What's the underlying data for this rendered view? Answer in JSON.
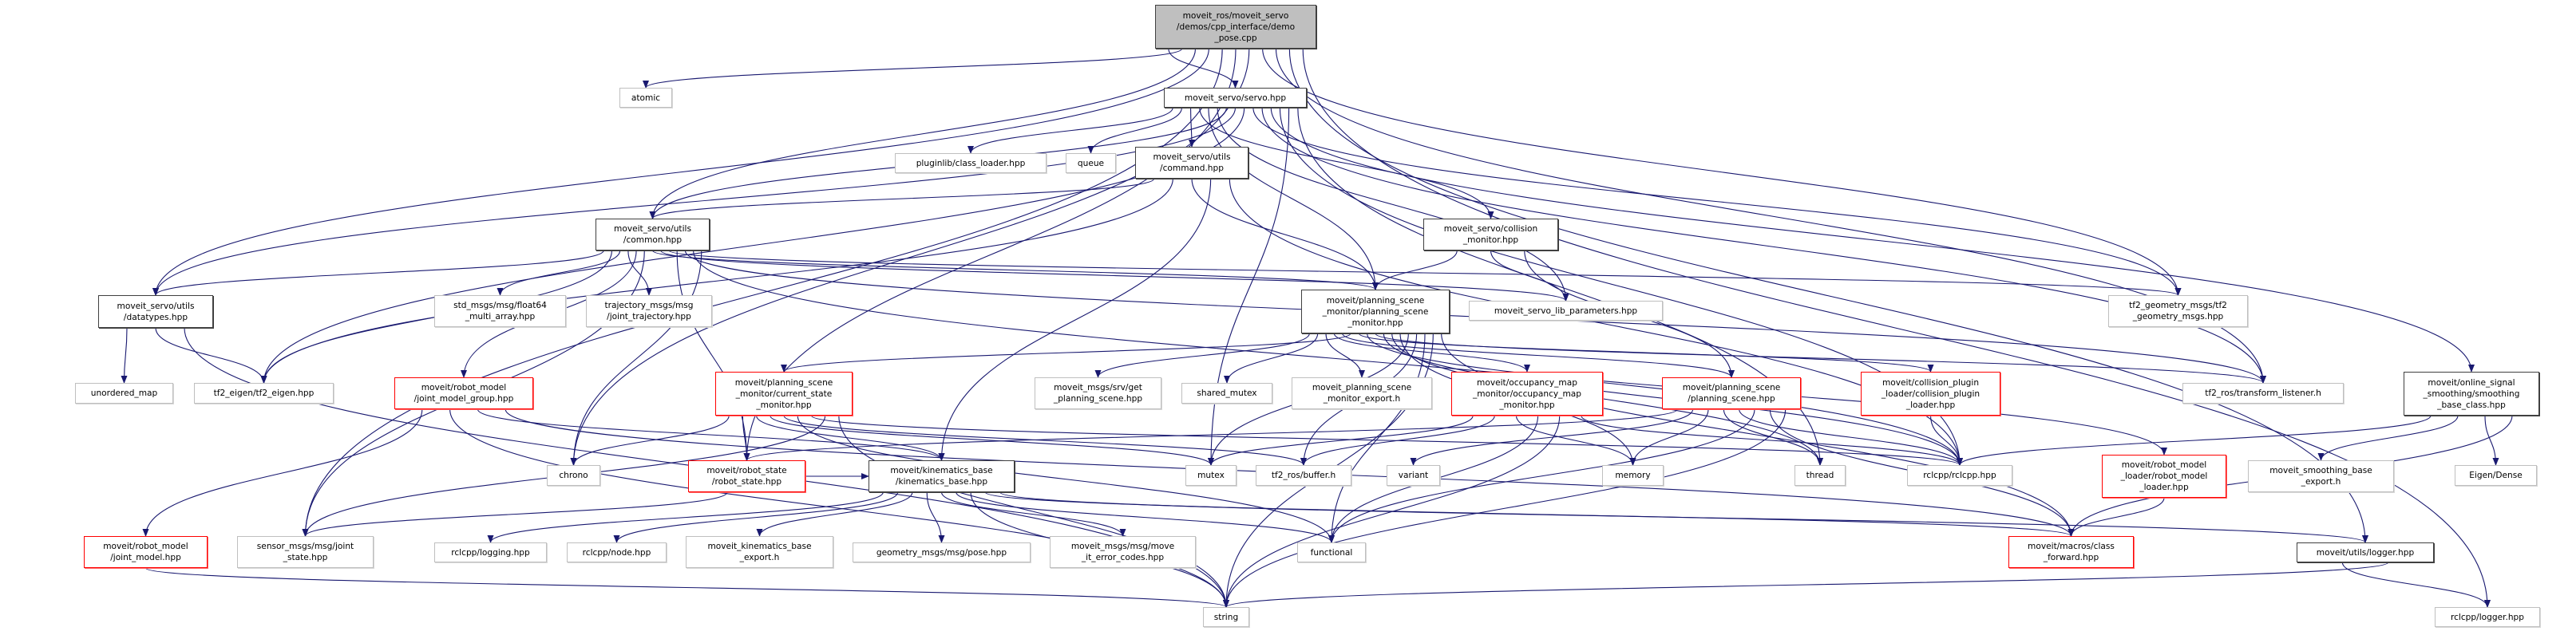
{
  "colors": {
    "edge": "#191970",
    "root_fill": "#bfbfbf",
    "local_border": "#404040",
    "missing_border": "#ff0000",
    "external_border": "#bfbfbf"
  },
  "nodes": {
    "root": {
      "lines": [
        "moveit_ros/moveit_servo",
        "/demos/cpp_interface/demo",
        "_pose.cpp"
      ],
      "kind": "root"
    },
    "atomic": {
      "lines": [
        "atomic"
      ],
      "kind": "external"
    },
    "servo": {
      "lines": [
        "moveit_servo/servo.hpp"
      ],
      "kind": "local"
    },
    "pluginlib": {
      "lines": [
        "pluginlib/class_loader.hpp"
      ],
      "kind": "external"
    },
    "queue": {
      "lines": [
        "queue"
      ],
      "kind": "external"
    },
    "command": {
      "lines": [
        "moveit_servo/utils",
        "/command.hpp"
      ],
      "kind": "local"
    },
    "collision_monitor": {
      "lines": [
        "moveit_servo/collision",
        "_monitor.hpp"
      ],
      "kind": "local"
    },
    "common": {
      "lines": [
        "moveit_servo/utils",
        "/common.hpp"
      ],
      "kind": "local"
    },
    "psm": {
      "lines": [
        "moveit/planning_scene",
        "_monitor/planning_scene",
        "_monitor.hpp"
      ],
      "kind": "local"
    },
    "lib_params": {
      "lines": [
        "moveit_servo_lib_parameters.hpp"
      ],
      "kind": "external"
    },
    "tf2_geometry": {
      "lines": [
        "tf2_geometry_msgs/tf2",
        "_geometry_msgs.hpp"
      ],
      "kind": "external"
    },
    "datatypes": {
      "lines": [
        "moveit_servo/utils",
        "/datatypes.hpp"
      ],
      "kind": "local"
    },
    "float64": {
      "lines": [
        "std_msgs/msg/float64",
        "_multi_array.hpp"
      ],
      "kind": "external"
    },
    "trajectory": {
      "lines": [
        "trajectory_msgs/msg",
        "/joint_trajectory.hpp"
      ],
      "kind": "external"
    },
    "unordered_map": {
      "lines": [
        "unordered_map"
      ],
      "kind": "external"
    },
    "tf2_eigen": {
      "lines": [
        "tf2_eigen/tf2_eigen.hpp"
      ],
      "kind": "external"
    },
    "jmg": {
      "lines": [
        "moveit/robot_model",
        "/joint_model_group.hpp"
      ],
      "kind": "missing"
    },
    "csm": {
      "lines": [
        "moveit/planning_scene",
        "_monitor/current_state",
        "_monitor.hpp"
      ],
      "kind": "missing"
    },
    "get_ps": {
      "lines": [
        "moveit_msgs/srv/get",
        "_planning_scene.hpp"
      ],
      "kind": "external"
    },
    "shared_mutex": {
      "lines": [
        "shared_mutex"
      ],
      "kind": "external"
    },
    "psm_export": {
      "lines": [
        "moveit_planning_scene",
        "_monitor_export.h"
      ],
      "kind": "external"
    },
    "occupancy": {
      "lines": [
        "moveit/occupancy_map",
        "_monitor/occupancy_map",
        "_monitor.hpp"
      ],
      "kind": "missing"
    },
    "planning_scene": {
      "lines": [
        "moveit/planning_scene",
        "/planning_scene.hpp"
      ],
      "kind": "missing"
    },
    "cpl": {
      "lines": [
        "moveit/collision_plugin",
        "_loader/collision_plugin",
        "_loader.hpp"
      ],
      "kind": "missing"
    },
    "transform_listener": {
      "lines": [
        "tf2_ros/transform_listener.h"
      ],
      "kind": "external"
    },
    "smoothing": {
      "lines": [
        "moveit/online_signal",
        "_smoothing/smoothing",
        "_base_class.hpp"
      ],
      "kind": "local"
    },
    "chrono": {
      "lines": [
        "chrono"
      ],
      "kind": "external"
    },
    "robot_state": {
      "lines": [
        "moveit/robot_state",
        "/robot_state.hpp"
      ],
      "kind": "missing"
    },
    "kinematics_base": {
      "lines": [
        "moveit/kinematics_base",
        "/kinematics_base.hpp"
      ],
      "kind": "local"
    },
    "mutex": {
      "lines": [
        "mutex"
      ],
      "kind": "external"
    },
    "buffer": {
      "lines": [
        "tf2_ros/buffer.h"
      ],
      "kind": "external"
    },
    "variant": {
      "lines": [
        "variant"
      ],
      "kind": "external"
    },
    "memory": {
      "lines": [
        "memory"
      ],
      "kind": "external"
    },
    "thread": {
      "lines": [
        "thread"
      ],
      "kind": "external"
    },
    "rclcpp": {
      "lines": [
        "rclcpp/rclcpp.hpp"
      ],
      "kind": "external"
    },
    "rml": {
      "lines": [
        "moveit/robot_model",
        "_loader/robot_model",
        "_loader.hpp"
      ],
      "kind": "missing"
    },
    "smoothing_export": {
      "lines": [
        "moveit_smoothing_base",
        "_export.h"
      ],
      "kind": "external"
    },
    "eigen_dense": {
      "lines": [
        "Eigen/Dense"
      ],
      "kind": "external"
    },
    "joint_model": {
      "lines": [
        "moveit/robot_model",
        "/joint_model.hpp"
      ],
      "kind": "missing"
    },
    "joint_state": {
      "lines": [
        "sensor_msgs/msg/joint",
        "_state.hpp"
      ],
      "kind": "external"
    },
    "logging": {
      "lines": [
        "rclcpp/logging.hpp"
      ],
      "kind": "external"
    },
    "node": {
      "lines": [
        "rclcpp/node.hpp"
      ],
      "kind": "external"
    },
    "kb_export": {
      "lines": [
        "moveit_kinematics_base",
        "_export.h"
      ],
      "kind": "external"
    },
    "pose": {
      "lines": [
        "geometry_msgs/msg/pose.hpp"
      ],
      "kind": "external"
    },
    "error_codes": {
      "lines": [
        "moveit_msgs/msg/move",
        "_it_error_codes.hpp"
      ],
      "kind": "external"
    },
    "functional": {
      "lines": [
        "functional"
      ],
      "kind": "external"
    },
    "class_forward": {
      "lines": [
        "moveit/macros/class",
        "_forward.hpp"
      ],
      "kind": "missing"
    },
    "utils_logger": {
      "lines": [
        "moveit/utils/logger.hpp"
      ],
      "kind": "local"
    },
    "string": {
      "lines": [
        "string"
      ],
      "kind": "external"
    },
    "rclcpp_logger": {
      "lines": [
        "rclcpp/logger.hpp"
      ],
      "kind": "external"
    }
  },
  "edges": [
    [
      "root",
      "servo"
    ],
    [
      "root",
      "atomic"
    ],
    [
      "root",
      "common"
    ],
    [
      "root",
      "datatypes"
    ],
    [
      "root",
      "joint_state"
    ],
    [
      "root",
      "robot_state"
    ],
    [
      "root",
      "chrono"
    ],
    [
      "root",
      "tf2_geometry"
    ],
    [
      "root",
      "transform_listener"
    ],
    [
      "root",
      "utils_logger"
    ],
    [
      "root",
      "rclcpp_logger"
    ],
    [
      "servo",
      "pluginlib"
    ],
    [
      "servo",
      "queue"
    ],
    [
      "servo",
      "command"
    ],
    [
      "servo",
      "collision_monitor"
    ],
    [
      "servo",
      "psm"
    ],
    [
      "servo",
      "lib_params"
    ],
    [
      "servo",
      "common"
    ],
    [
      "servo",
      "datatypes"
    ],
    [
      "servo",
      "tf2_eigen"
    ],
    [
      "servo",
      "tf2_geometry"
    ],
    [
      "servo",
      "transform_listener"
    ],
    [
      "servo",
      "smoothing"
    ],
    [
      "servo",
      "rclcpp"
    ],
    [
      "servo",
      "mutex"
    ],
    [
      "servo",
      "thread"
    ],
    [
      "command",
      "common"
    ],
    [
      "command",
      "tf2_eigen"
    ],
    [
      "command",
      "psm"
    ],
    [
      "command",
      "kinematics_base"
    ],
    [
      "command",
      "rclcpp"
    ],
    [
      "collision_monitor",
      "psm"
    ],
    [
      "collision_monitor",
      "lib_params"
    ],
    [
      "collision_monitor",
      "planning_scene"
    ],
    [
      "common",
      "datatypes"
    ],
    [
      "common",
      "tf2_eigen"
    ],
    [
      "common",
      "float64"
    ],
    [
      "common",
      "trajectory"
    ],
    [
      "common",
      "jmg"
    ],
    [
      "common",
      "joint_state"
    ],
    [
      "common",
      "psm"
    ],
    [
      "common",
      "lib_params"
    ],
    [
      "common",
      "tf2_geometry"
    ],
    [
      "common",
      "robot_state"
    ],
    [
      "common",
      "transform_listener"
    ],
    [
      "common",
      "rclcpp"
    ],
    [
      "common",
      "chrono"
    ],
    [
      "datatypes",
      "unordered_map"
    ],
    [
      "datatypes",
      "tf2_eigen"
    ],
    [
      "datatypes",
      "string"
    ],
    [
      "psm",
      "get_ps"
    ],
    [
      "psm",
      "shared_mutex"
    ],
    [
      "psm",
      "psm_export"
    ],
    [
      "psm",
      "occupancy"
    ],
    [
      "psm",
      "planning_scene"
    ],
    [
      "psm",
      "csm"
    ],
    [
      "psm",
      "cpl"
    ],
    [
      "psm",
      "rml"
    ],
    [
      "psm",
      "transform_listener"
    ],
    [
      "psm",
      "rclcpp"
    ],
    [
      "psm",
      "thread"
    ],
    [
      "psm",
      "memory"
    ],
    [
      "psm",
      "mutex"
    ],
    [
      "psm",
      "buffer"
    ],
    [
      "psm",
      "functional"
    ],
    [
      "psm",
      "string"
    ],
    [
      "psm",
      "class_forward"
    ],
    [
      "jmg",
      "joint_model"
    ],
    [
      "jmg",
      "string"
    ],
    [
      "jmg",
      "kinematics_base"
    ],
    [
      "jmg",
      "class_forward"
    ],
    [
      "csm",
      "chrono"
    ],
    [
      "csm",
      "robot_state"
    ],
    [
      "csm",
      "kinematics_base"
    ],
    [
      "csm",
      "mutex"
    ],
    [
      "csm",
      "buffer"
    ],
    [
      "csm",
      "functional"
    ],
    [
      "csm",
      "rclcpp"
    ],
    [
      "csm",
      "joint_state"
    ],
    [
      "csm",
      "string"
    ],
    [
      "robot_state",
      "joint_state"
    ],
    [
      "robot_state",
      "kinematics_base"
    ],
    [
      "kinematics_base",
      "logging"
    ],
    [
      "kinematics_base",
      "node"
    ],
    [
      "kinematics_base",
      "kb_export"
    ],
    [
      "kinematics_base",
      "pose"
    ],
    [
      "kinematics_base",
      "error_codes"
    ],
    [
      "kinematics_base",
      "functional"
    ],
    [
      "kinematics_base",
      "string"
    ],
    [
      "kinematics_base",
      "class_forward"
    ],
    [
      "kinematics_base",
      "utils_logger"
    ],
    [
      "occupancy",
      "mutex"
    ],
    [
      "occupancy",
      "buffer"
    ],
    [
      "occupancy",
      "memory"
    ],
    [
      "occupancy",
      "functional"
    ],
    [
      "occupancy",
      "string"
    ],
    [
      "occupancy",
      "rclcpp"
    ],
    [
      "planning_scene",
      "robot_state"
    ],
    [
      "planning_scene",
      "variant"
    ],
    [
      "planning_scene",
      "memory"
    ],
    [
      "planning_scene",
      "thread"
    ],
    [
      "planning_scene",
      "rclcpp"
    ],
    [
      "planning_scene",
      "functional"
    ],
    [
      "planning_scene",
      "class_forward"
    ],
    [
      "planning_scene",
      "string"
    ],
    [
      "cpl",
      "rclcpp"
    ],
    [
      "rml",
      "class_forward"
    ],
    [
      "smoothing",
      "rclcpp"
    ],
    [
      "smoothing",
      "smoothing_export"
    ],
    [
      "smoothing",
      "eigen_dense"
    ],
    [
      "smoothing",
      "class_forward"
    ],
    [
      "utils_logger",
      "rclcpp_logger"
    ],
    [
      "utils_logger",
      "string"
    ],
    [
      "joint_model",
      "string"
    ]
  ]
}
